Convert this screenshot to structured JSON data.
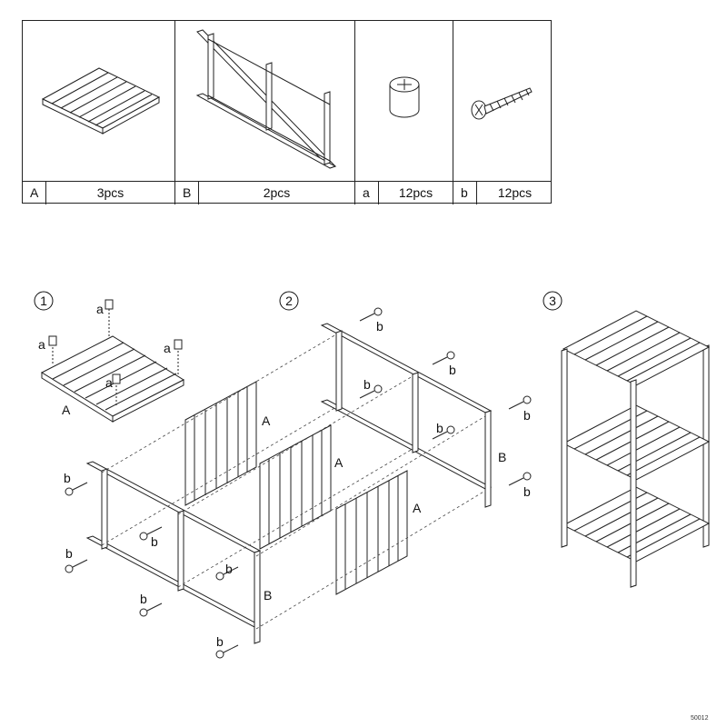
{
  "parts": [
    {
      "code": "A",
      "qty": "3pcs",
      "icon": "shelf-panel-icon"
    },
    {
      "code": "B",
      "qty": "2pcs",
      "icon": "side-frame-icon"
    },
    {
      "code": "a",
      "qty": "12pcs",
      "icon": "cam-nut-icon"
    },
    {
      "code": "b",
      "qty": "12pcs",
      "icon": "screw-icon"
    }
  ],
  "steps": {
    "step1": {
      "number": "1",
      "panel_label": "A",
      "nut_label": "a"
    },
    "step2": {
      "number": "2",
      "panel_label": "A",
      "frame_label": "B",
      "screw_label": "b"
    },
    "step3": {
      "number": "3"
    }
  },
  "footer": {
    "model_code": "50012"
  }
}
